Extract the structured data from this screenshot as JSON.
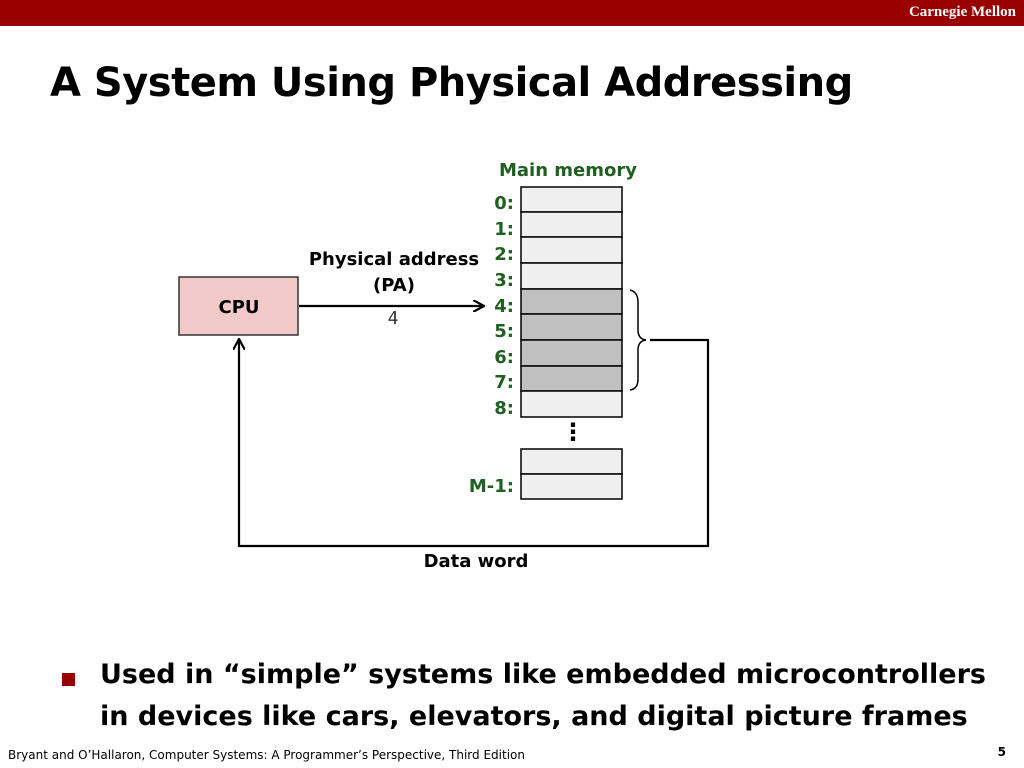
{
  "header": {
    "brand": "Carnegie Mellon"
  },
  "slide": {
    "title": "A System Using Physical Addressing"
  },
  "diagram": {
    "main_memory_label": "Main memory",
    "cpu_label": "CPU",
    "pa_label_line1": "Physical address",
    "pa_label_line2": "(PA)",
    "pa_value": "4",
    "data_word_label": "Data word",
    "address_labels": [
      "0:",
      "1:",
      "2:",
      "3:",
      "4:",
      "5:",
      "6:",
      "7:",
      "8:"
    ],
    "ellipsis": "⋮",
    "last_address_label": "M-1:",
    "cpu_fill": "#f2c9c9",
    "highlight_fill": "#c0c0c0",
    "cell_fill": "#efefef"
  },
  "bullets": [
    "Used in “simple” systems like embedded microcontrollers in devices like cars, elevators, and digital picture frames"
  ],
  "footer": {
    "citation": "Bryant and O’Hallaron, Computer Systems: A Programmer’s Perspective, Third Edition",
    "page_number": "5"
  }
}
